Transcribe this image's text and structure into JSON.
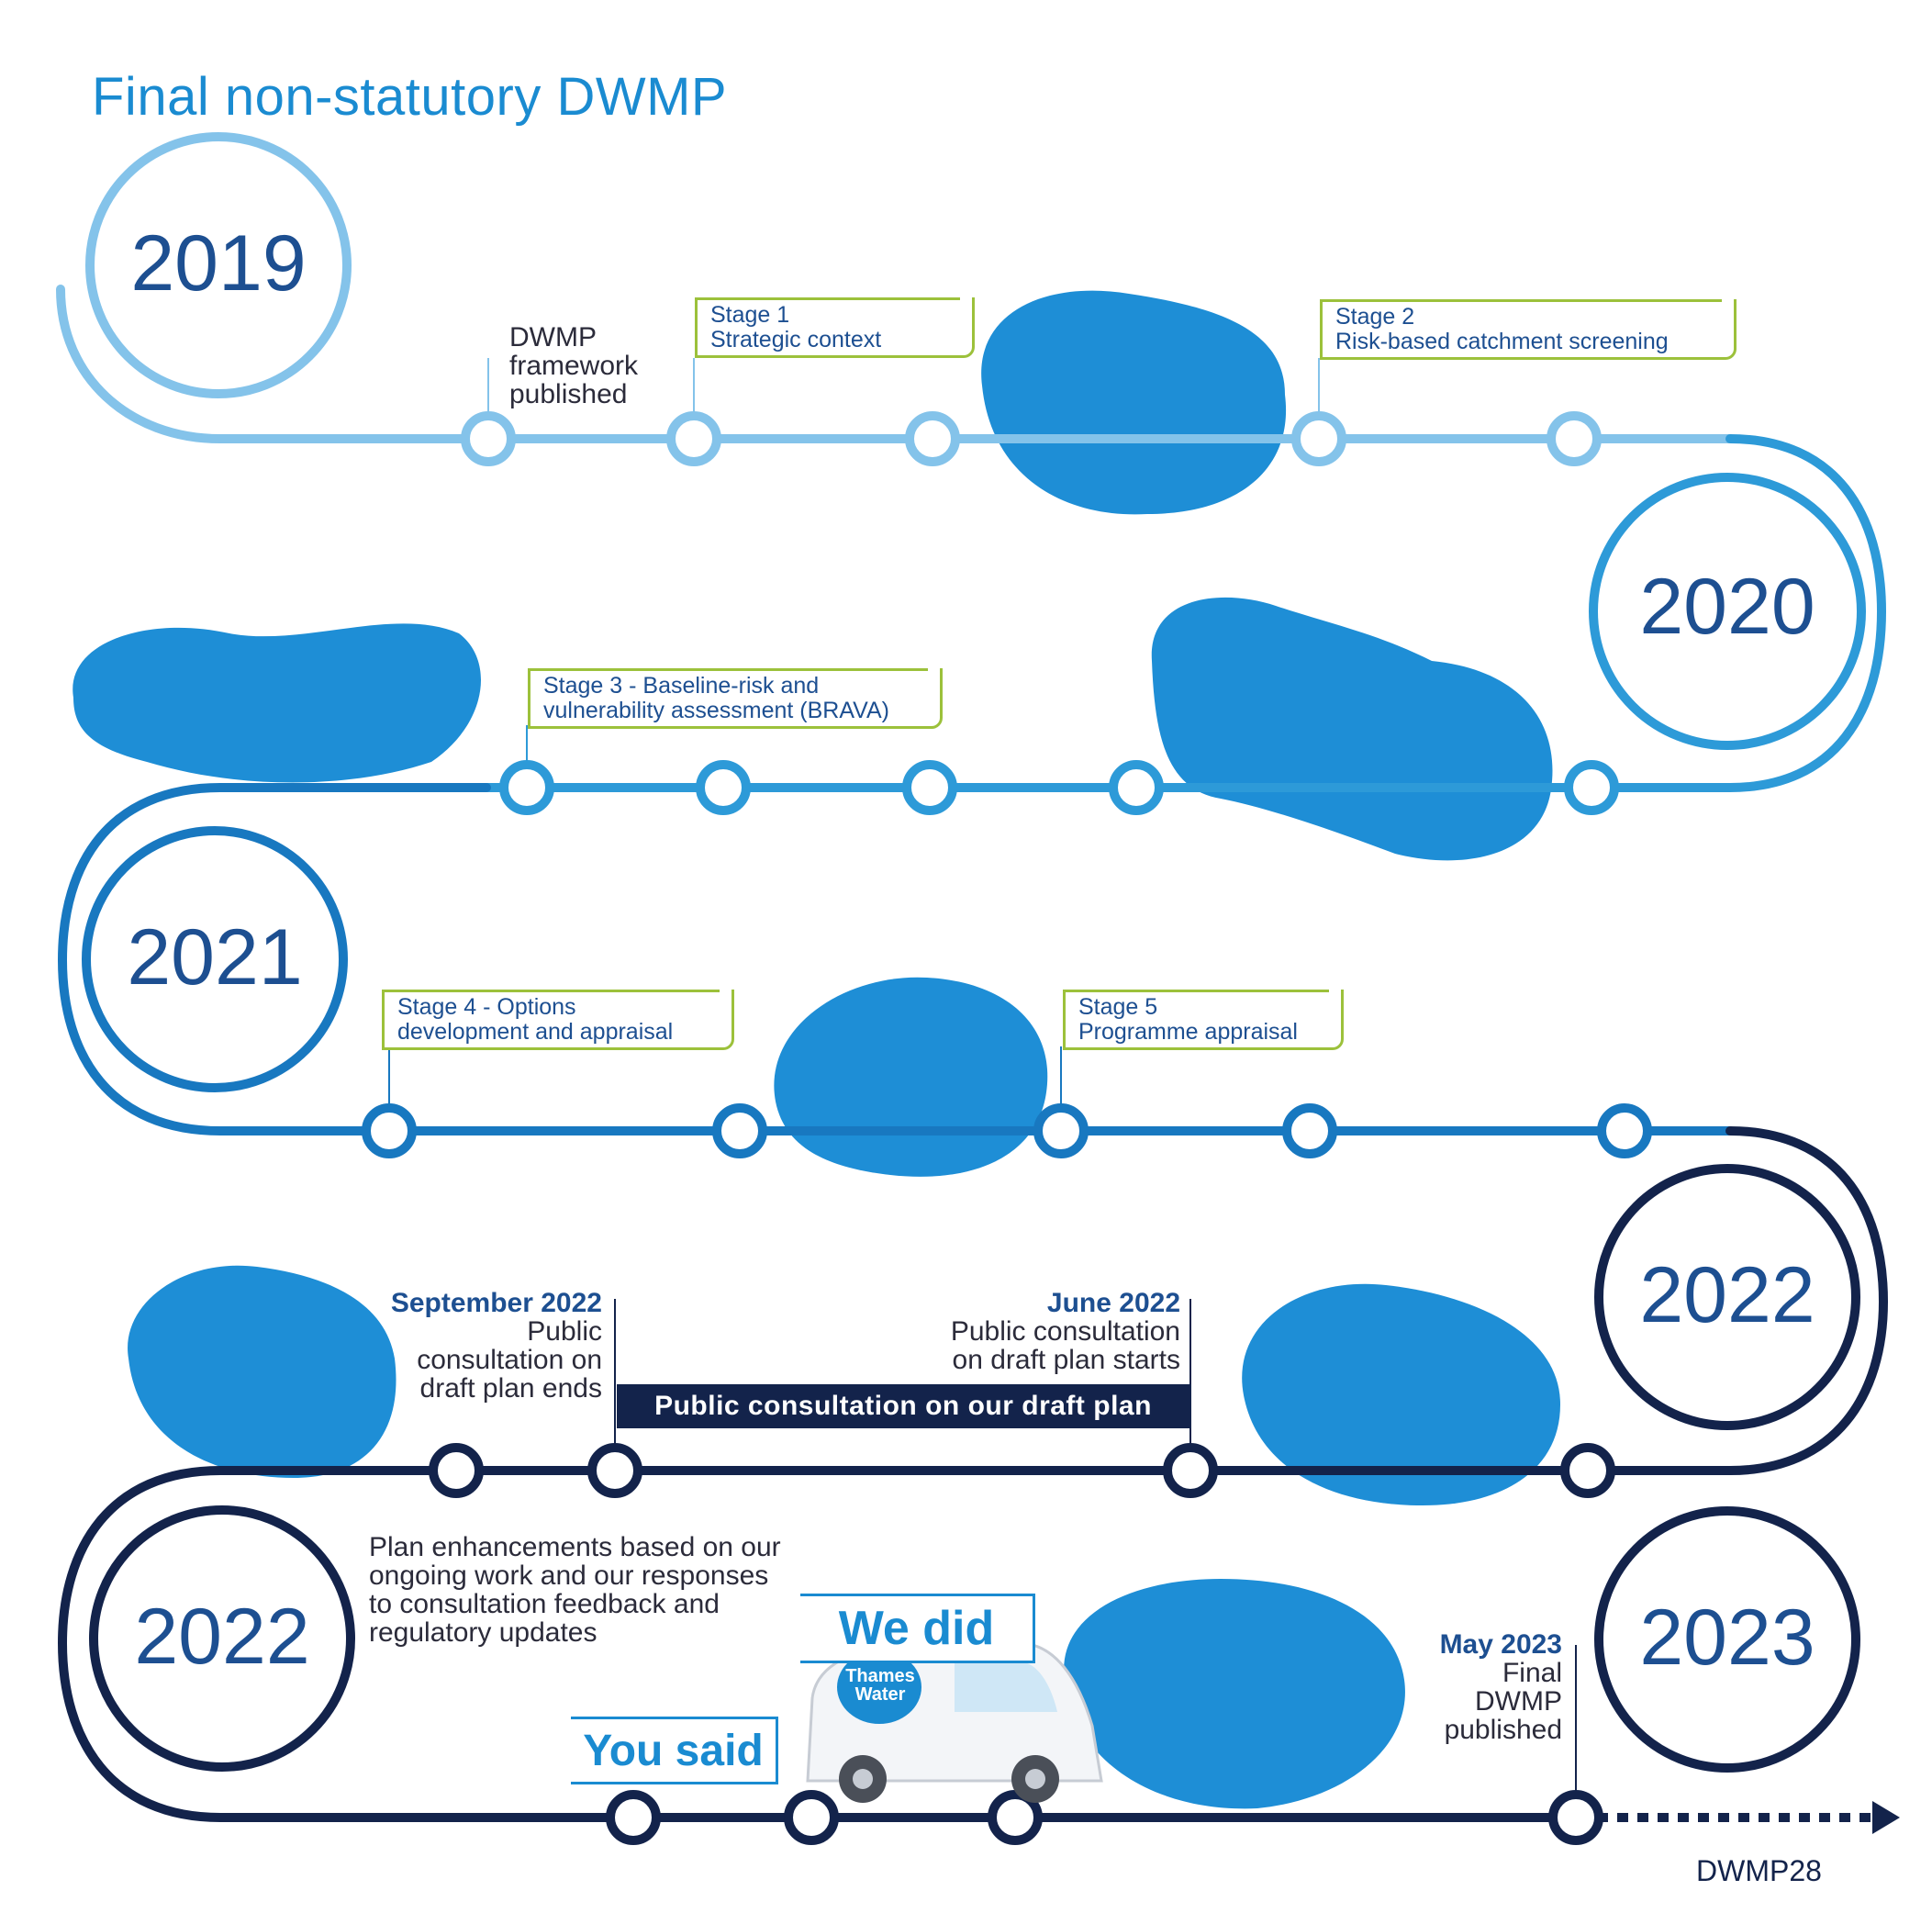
{
  "title": "Final non-statutory DWMP",
  "years": [
    "2019",
    "2020",
    "2021",
    "2022",
    "2022",
    "2023"
  ],
  "milestones": {
    "framework": [
      "DWMP",
      "framework",
      "published"
    ],
    "sept_2022": {
      "date": "September 2022",
      "lines": [
        "Public",
        "consultation on",
        "draft plan ends"
      ]
    },
    "june_2022": {
      "date": "June 2022",
      "lines": [
        "Public consultation",
        "on draft plan starts"
      ]
    },
    "may_2023": {
      "date": "May 2023",
      "lines": [
        "Final",
        "DWMP",
        "published"
      ]
    },
    "enhancements": [
      "Plan enhancements based on our",
      "ongoing work and our responses",
      "to consultation feedback and",
      "regulatory updates"
    ]
  },
  "stages": {
    "s1": [
      "Stage 1",
      "Strategic context"
    ],
    "s2": [
      "Stage 2",
      "Risk-based catchment screening"
    ],
    "s3": [
      "Stage 3 - Baseline-risk and",
      "vulnerability assessment (BRAVA)"
    ],
    "s4": [
      "Stage 4 - Options",
      "development and appraisal"
    ],
    "s5": [
      "Stage 5",
      "Programme appraisal"
    ]
  },
  "consultation_bar": "Public consultation on our draft plan",
  "you_said": "You said",
  "we_did": "We did",
  "van_brand": [
    "Thames",
    "Water"
  ],
  "footer_code": "DWMP28",
  "colors": {
    "light_blue": "#84c3ea",
    "mid_blue": "#2d9ad8",
    "blue": "#1878c0",
    "navy": "#13234b",
    "green": "#9cc13b",
    "blob": "#1e8ed6"
  }
}
